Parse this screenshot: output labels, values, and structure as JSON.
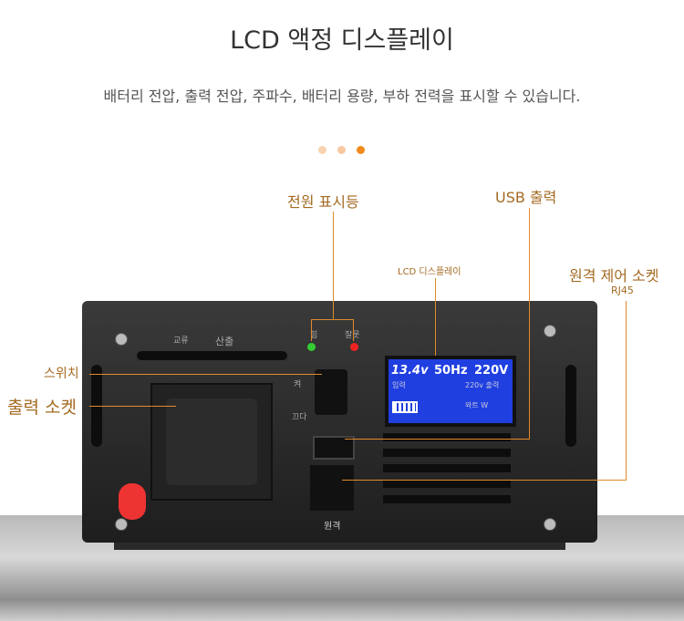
{
  "header": {
    "title": "LCD 액정 디스플레이",
    "subtitle": "배터리 전압, 출력 전압, 주파수, 배터리 용량, 부하 전력을 표시할 수 있습니다."
  },
  "carousel": {
    "active_index": 2,
    "count": 3,
    "colors": {
      "inactive": "#f8d2b0",
      "active": "#f08a1c"
    }
  },
  "callouts": {
    "power_indicator": "전원 표시등",
    "usb_output": "USB 출력",
    "lcd_display": "LCD 디스플레이",
    "remote_socket": "원격 제어 소켓",
    "remote_socket_sub": "RJ45",
    "switch": "스위치",
    "output_socket": "출력 소켓"
  },
  "device": {
    "ac": "교류",
    "output": "산출",
    "power_led": "힘",
    "fault_led": "잘못",
    "on": "켜",
    "off": "끄다",
    "remote": "원격",
    "lcd": {
      "battery_voltage": "13.4v",
      "frequency": "50Hz",
      "output_voltage": "220V",
      "output_label": "220v 출력",
      "input_label": "입력",
      "load": "와트 W"
    }
  },
  "colors": {
    "accent": "#e08a2a",
    "label": "#a46a22"
  }
}
